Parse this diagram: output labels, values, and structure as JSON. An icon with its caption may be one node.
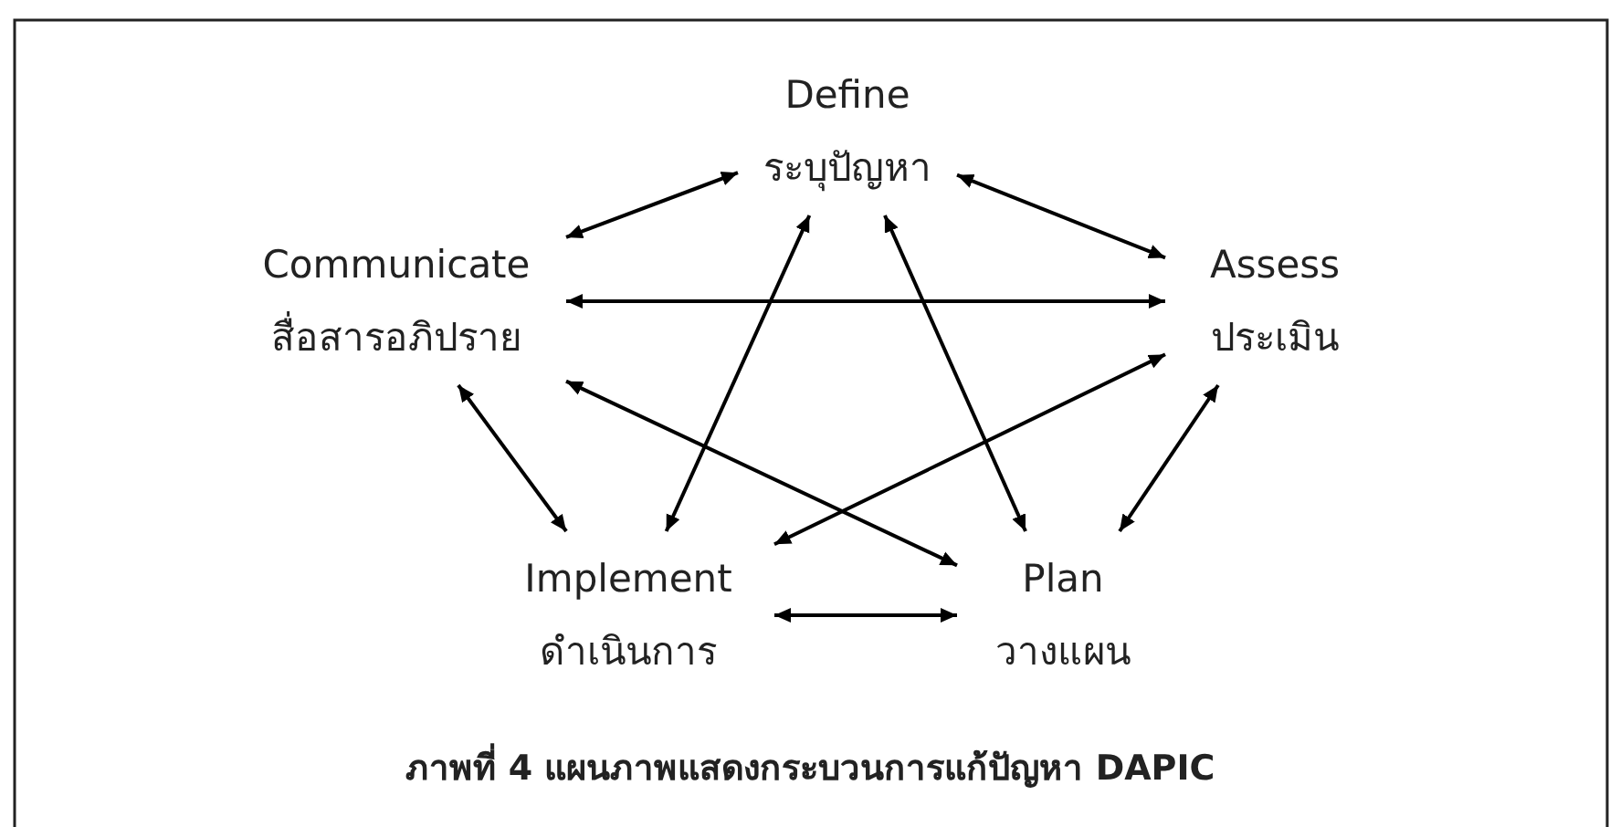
{
  "diagram": {
    "caption": "ภาพที่ 4 แผนภาพแสดงกระบวนการแก้ปัญหา DAPIC",
    "nodes": [
      {
        "text": [
          "Define",
          "ระบุปัญหา"
        ]
      },
      {
        "text": [
          "Communicate",
          "สื่อสารอภิปราย"
        ]
      },
      {
        "text": [
          "Assess",
          "ประเมิน"
        ]
      },
      {
        "text": [
          "Implement",
          "ดำเนินการ"
        ]
      },
      {
        "text": [
          "Plan",
          "วางแผน"
        ]
      }
    ],
    "edges": [
      {
        "from": 0,
        "to": 1,
        "arrow": "both"
      },
      {
        "from": 0,
        "to": 2,
        "arrow": "both"
      },
      {
        "from": 1,
        "to": 2,
        "arrow": "both"
      },
      {
        "from": 1,
        "to": 4,
        "arrow": "both"
      },
      {
        "from": 0,
        "to": 3,
        "arrow": "both"
      },
      {
        "from": 0,
        "to": 4,
        "arrow": "both"
      },
      {
        "from": 2,
        "to": 3,
        "arrow": "both"
      },
      {
        "from": 1,
        "to": 3,
        "arrow": "both"
      },
      {
        "from": 2,
        "to": 4,
        "arrow": "both"
      },
      {
        "from": 3,
        "to": 4,
        "arrow": "both"
      }
    ]
  }
}
